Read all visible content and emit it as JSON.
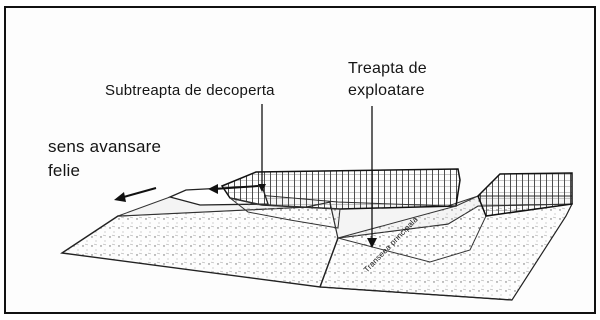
{
  "labels": {
    "subtreapta": "Subtreapta de decoperta",
    "treapta_line1": "Treapta de",
    "treapta_line2": "exploatare",
    "sens_line1": "sens avansare",
    "sens_line2": "felie",
    "tranchee": "Transeea principala"
  }
}
